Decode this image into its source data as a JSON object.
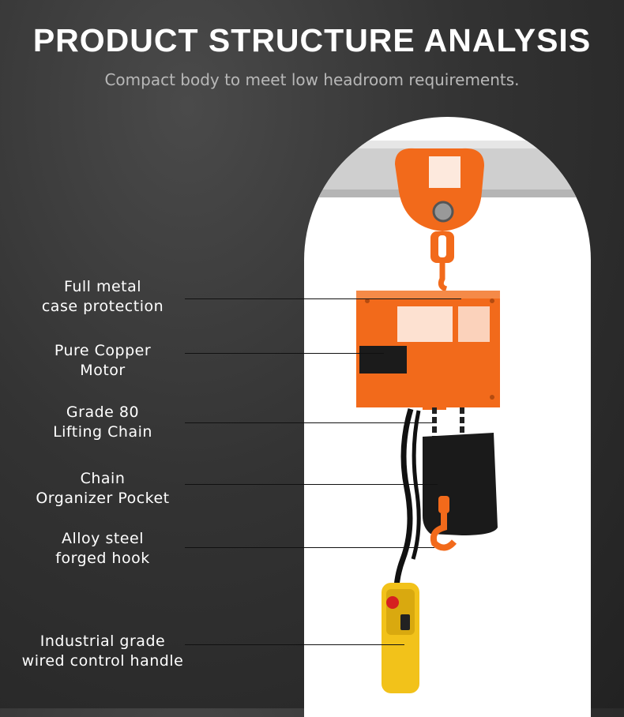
{
  "header": {
    "title": "PRODUCT STRUCTURE ANALYSIS",
    "subtitle": "Compact body to meet low headroom requirements."
  },
  "features": [
    {
      "line1": "Full metal",
      "line2": "case protection"
    },
    {
      "line1": "Pure Copper",
      "line2": "Motor"
    },
    {
      "line1": "Grade 80",
      "line2": "Lifting Chain"
    },
    {
      "line1": "Chain",
      "line2": "Organizer Pocket"
    },
    {
      "line1": "Alloy steel",
      "line2": "forged hook"
    },
    {
      "line1": "Industrial grade",
      "line2": "wired control handle"
    }
  ],
  "colors": {
    "hoist_orange": "#f26a1b",
    "handle_yellow": "#f2c21a",
    "stop_red": "#d62020"
  }
}
